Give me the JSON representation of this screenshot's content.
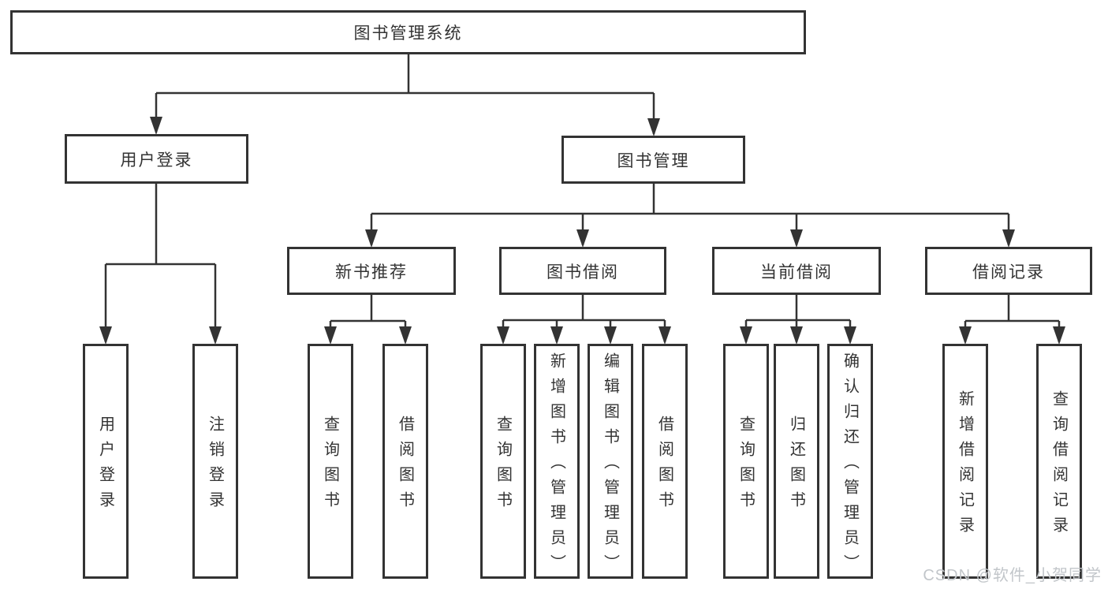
{
  "diagram": {
    "root": {
      "label": "图书管理系统"
    },
    "level2": {
      "user_login": {
        "label": "用户登录"
      },
      "book_management": {
        "label": "图书管理"
      }
    },
    "level3": {
      "new_book_recommend": {
        "label": "新书推荐"
      },
      "book_borrowing": {
        "label": "图书借阅"
      },
      "current_borrowing": {
        "label": "当前借阅"
      },
      "borrowing_records": {
        "label": "借阅记录"
      }
    },
    "leaves": {
      "user_login": {
        "label": "用户登录"
      },
      "logout": {
        "label": "注销登录"
      },
      "recommend_query_books": {
        "label": "查询图书"
      },
      "recommend_borrow_books": {
        "label": "借阅图书"
      },
      "borrowing_query_books": {
        "label": "查询图书"
      },
      "borrowing_add_books_admin": {
        "label": "新增图书（管理员）"
      },
      "borrowing_edit_books_admin": {
        "label": "编辑图书（管理员）"
      },
      "borrowing_borrow_books": {
        "label": "借阅图书"
      },
      "current_query_books": {
        "label": "查询图书"
      },
      "current_return_books": {
        "label": "归还图书"
      },
      "current_confirm_return_admin": {
        "label": "确认归还（管理员）"
      },
      "records_add_record": {
        "label": "新增借阅记录"
      },
      "records_query_record": {
        "label": "查询借阅记录"
      }
    },
    "line_color": "#333333",
    "box_background": "#ffffff"
  },
  "watermark": {
    "text": "CSDN @软件_小贺同学",
    "color": "#c2c6ca"
  }
}
